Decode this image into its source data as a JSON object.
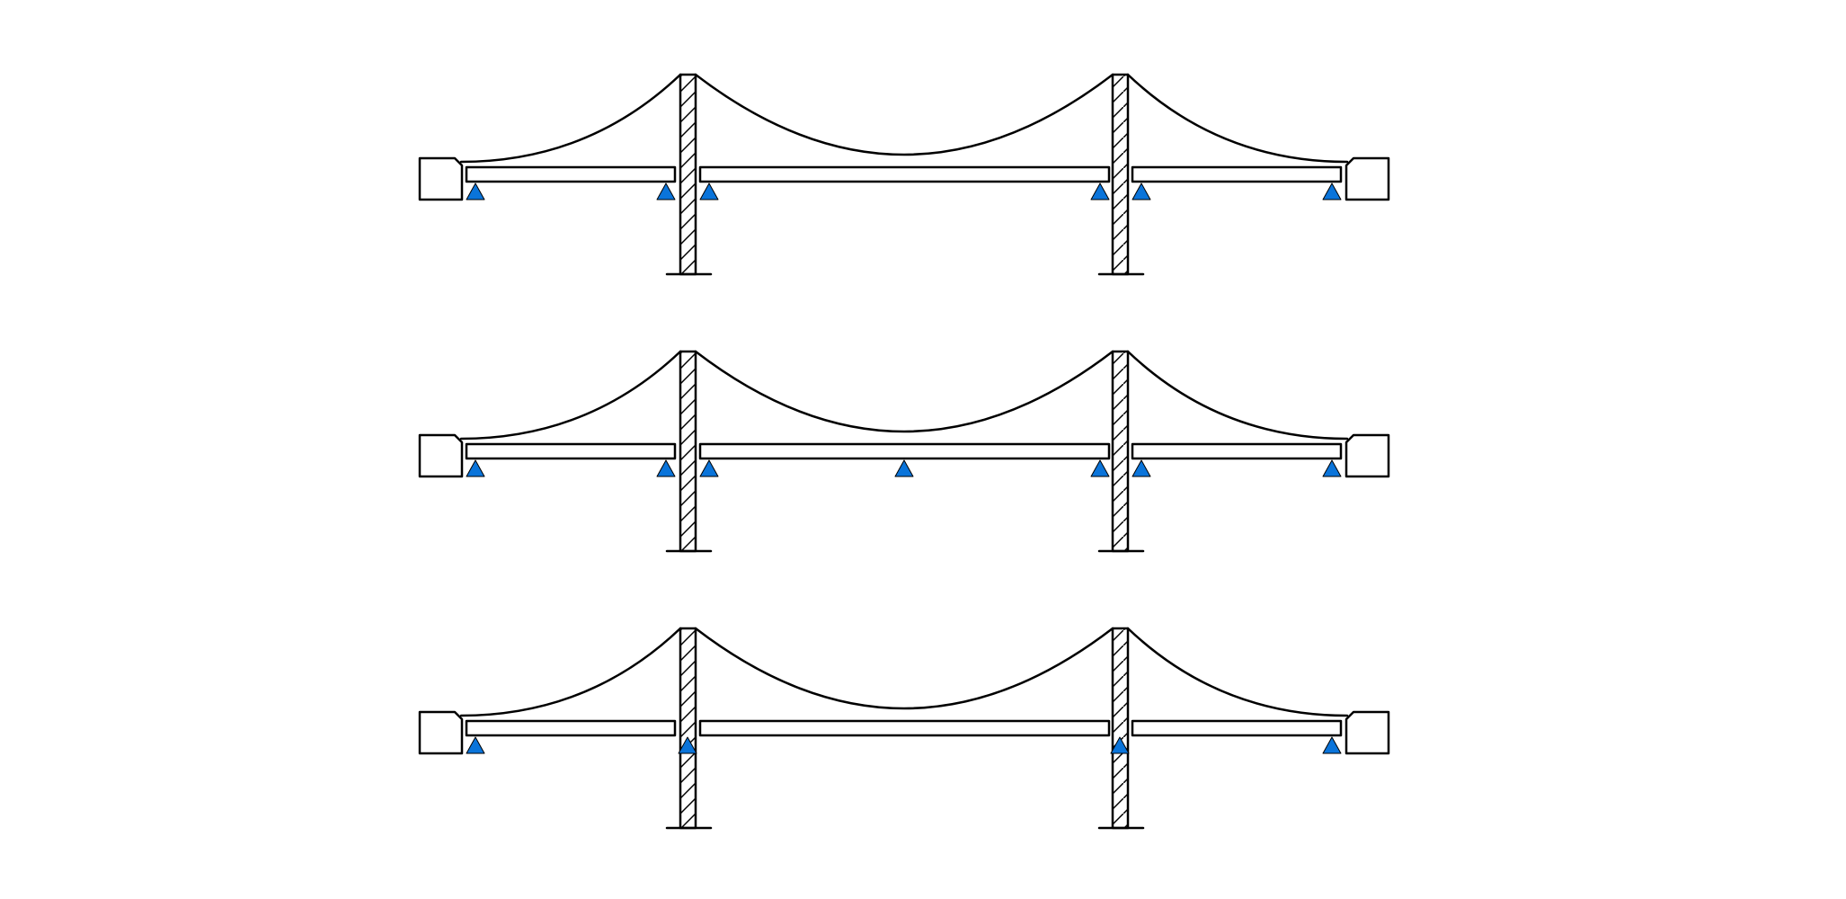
{
  "diagram": {
    "colors": {
      "line": "#000000",
      "support": "#0a74da",
      "background": "#ffffff"
    },
    "bridges": [
      {
        "supports": [
          "left-deck-left-end",
          "left-deck-right-end",
          "main-deck-left-end",
          "main-deck-right-end",
          "right-deck-left-end",
          "right-deck-right-end"
        ]
      },
      {
        "supports": [
          "left-deck-left-end",
          "left-deck-right-end",
          "main-deck-left-end",
          "main-deck-midspan",
          "main-deck-right-end",
          "right-deck-left-end",
          "right-deck-right-end"
        ]
      },
      {
        "supports": [
          "left-deck-left-end",
          "left-tower",
          "right-tower",
          "right-deck-right-end"
        ]
      }
    ]
  }
}
